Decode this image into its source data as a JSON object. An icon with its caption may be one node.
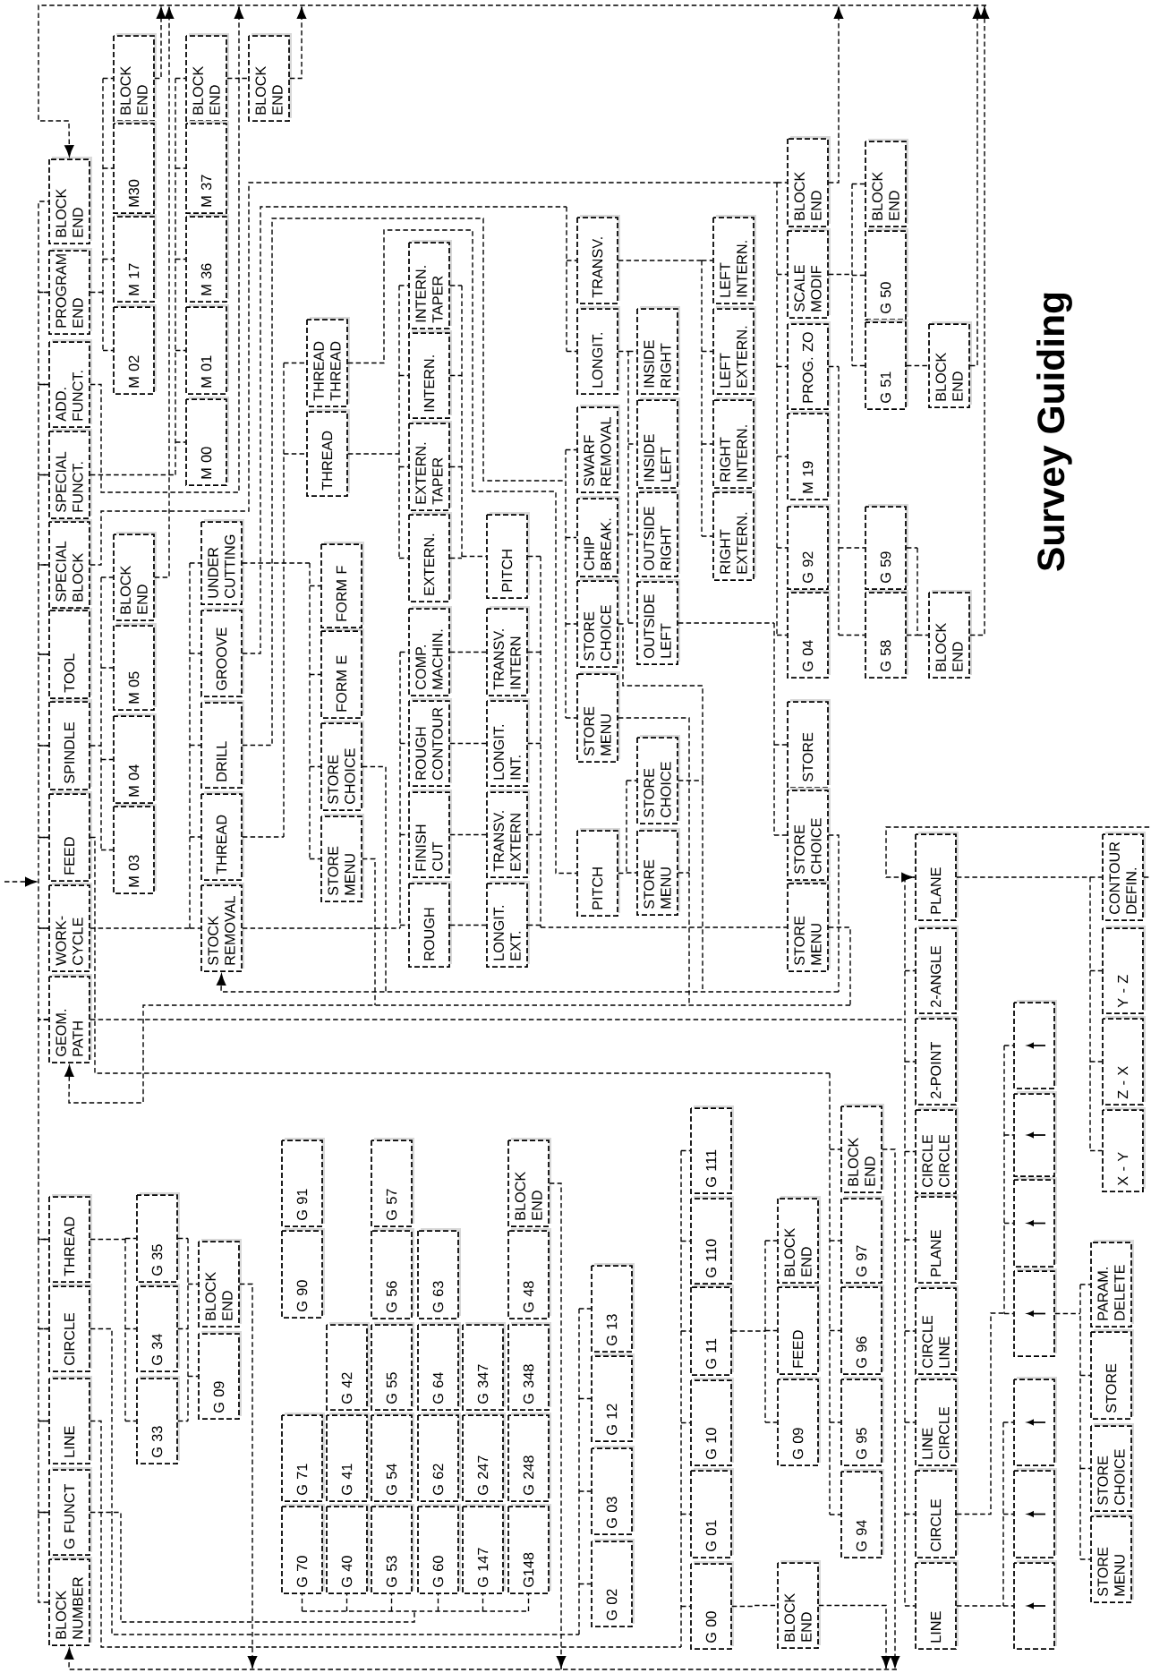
{
  "diagram": {
    "title": "Survey Guiding",
    "nodes": [
      {
        "text": [
          "BLOCK NUMBER"
        ]
      },
      {
        "text": [
          "G FUNCT"
        ]
      },
      {
        "text": [
          "LINE"
        ]
      },
      {
        "text": [
          "CIRCLE"
        ]
      },
      {
        "text": [
          "THREAD"
        ]
      },
      {
        "text": [
          "GEOM. PATH"
        ]
      },
      {
        "text": [
          "WORK-CYCLE"
        ]
      },
      {
        "text": [
          "FEED"
        ]
      },
      {
        "text": [
          "SPINDLE"
        ]
      },
      {
        "text": [
          "TOOL"
        ]
      },
      {
        "text": [
          "SPECIAL BLOCK"
        ]
      },
      {
        "text": [
          "SPECIAL FUNCT."
        ]
      },
      {
        "text": [
          "ADD. FUNCT."
        ]
      },
      {
        "text": [
          "PROGRAM END"
        ]
      },
      {
        "text": [
          "BLOCK END"
        ]
      },
      {
        "text": [
          "G 35"
        ]
      },
      {
        "text": [
          "G 34"
        ]
      },
      {
        "text": [
          "G 33"
        ]
      },
      {
        "text": [
          "BLOCK END"
        ]
      },
      {
        "text": [
          "G 09"
        ]
      },
      {
        "text": [
          "G 91"
        ]
      },
      {
        "text": [
          "G 90"
        ]
      },
      {
        "text": [
          "G 71"
        ]
      },
      {
        "text": [
          "G 70"
        ]
      },
      {
        "text": [
          "G 42"
        ]
      },
      {
        "text": [
          "G 41"
        ]
      },
      {
        "text": [
          "G 40"
        ]
      },
      {
        "text": [
          "G 57"
        ]
      },
      {
        "text": [
          "G 56"
        ]
      },
      {
        "text": [
          "G 55"
        ]
      },
      {
        "text": [
          "G 54"
        ]
      },
      {
        "text": [
          "G 53"
        ]
      },
      {
        "text": [
          "G 63"
        ]
      },
      {
        "text": [
          "G 64"
        ]
      },
      {
        "text": [
          "G 62"
        ]
      },
      {
        "text": [
          "G 60"
        ]
      },
      {
        "text": [
          "G 347"
        ]
      },
      {
        "text": [
          "G 247"
        ]
      },
      {
        "text": [
          "G 147"
        ]
      },
      {
        "text": [
          "BLOCK END"
        ]
      },
      {
        "text": [
          "G 48"
        ]
      },
      {
        "text": [
          "G 348"
        ]
      },
      {
        "text": [
          "G 248"
        ]
      },
      {
        "text": [
          "G148"
        ]
      },
      {
        "text": [
          "G 02"
        ]
      },
      {
        "text": [
          "G 03"
        ]
      },
      {
        "text": [
          "G 12"
        ]
      },
      {
        "text": [
          "G 13"
        ]
      },
      {
        "text": [
          "G 00"
        ]
      },
      {
        "text": [
          "G 01"
        ]
      },
      {
        "text": [
          "G 10"
        ]
      },
      {
        "text": [
          "G 11"
        ]
      },
      {
        "text": [
          "G 110"
        ]
      },
      {
        "text": [
          "G 111"
        ]
      },
      {
        "text": [
          "BLOCK END"
        ]
      },
      {
        "text": [
          "G 09"
        ]
      },
      {
        "text": [
          "FEED"
        ]
      },
      {
        "text": [
          "BLOCK END"
        ]
      },
      {
        "text": [
          "G 94"
        ]
      },
      {
        "text": [
          "G 95"
        ]
      },
      {
        "text": [
          "G 96"
        ]
      },
      {
        "text": [
          "G 97"
        ]
      },
      {
        "text": [
          "BLOCK END"
        ]
      },
      {
        "text": [
          "PLANE"
        ]
      },
      {
        "text": [
          "2-ANGLE"
        ]
      },
      {
        "text": [
          "2-POINT"
        ]
      },
      {
        "text": [
          "CIRCLE CIRCLE"
        ]
      },
      {
        "text": [
          "PLANE"
        ]
      },
      {
        "text": [
          "CIRCLE LINE"
        ]
      },
      {
        "text": [
          "LINE CIRCLE"
        ]
      },
      {
        "text": [
          "CIRCLE"
        ]
      },
      {
        "text": [
          "LINE"
        ]
      },
      {
        "text": [],
        "shape": "box"
      },
      {
        "text": [],
        "shape": "box"
      },
      {
        "text": [],
        "shape": "box"
      },
      {
        "text": [],
        "shape": "box"
      },
      {
        "text": [],
        "shape": "box"
      },
      {
        "text": [],
        "shape": "box"
      },
      {
        "text": [],
        "shape": "box"
      },
      {
        "text": [
          "CONTOUR DEFIN."
        ]
      },
      {
        "text": [
          "Y - Z"
        ]
      },
      {
        "text": [
          "Z - X"
        ]
      },
      {
        "text": [
          "X - Y"
        ]
      },
      {
        "text": [
          "PARAM. DELETE"
        ]
      },
      {
        "text": [
          "STORE"
        ]
      },
      {
        "text": [
          "STORE CHOICE"
        ]
      },
      {
        "text": [
          "STORE MENU"
        ]
      },
      {
        "text": [
          "BLOCK END"
        ]
      },
      {
        "text": [
          "M30"
        ]
      },
      {
        "text": [
          "M 17"
        ]
      },
      {
        "text": [
          "M 02"
        ]
      },
      {
        "text": [
          "BLOCK END"
        ]
      },
      {
        "text": [
          "M 37"
        ]
      },
      {
        "text": [
          "M 36"
        ]
      },
      {
        "text": [
          "M 01"
        ]
      },
      {
        "text": [
          "M 00"
        ]
      },
      {
        "text": [
          "BLOCK END"
        ]
      },
      {
        "text": [
          "BLOCK END"
        ]
      },
      {
        "text": [
          "M 05"
        ]
      },
      {
        "text": [
          "M 04"
        ]
      },
      {
        "text": [
          "M 03"
        ]
      },
      {
        "text": [
          "STOCK REMOVAL"
        ]
      },
      {
        "text": [
          "THREAD"
        ]
      },
      {
        "text": [
          "DRILL"
        ]
      },
      {
        "text": [
          "GROOVE"
        ]
      },
      {
        "text": [
          "UNDER CUTTING"
        ]
      },
      {
        "text": [
          "THREAD"
        ]
      },
      {
        "text": [
          "THREAD THREAD"
        ]
      },
      {
        "text": [
          "FORM F"
        ]
      },
      {
        "text": [
          "FORM E"
        ]
      },
      {
        "text": [
          "STORE CHOICE"
        ]
      },
      {
        "text": [
          "STORE MENU"
        ]
      },
      {
        "text": [
          "INTERN. TAPER"
        ]
      },
      {
        "text": [
          "INTERN."
        ]
      },
      {
        "text": [
          "EXTERN. TAPER"
        ]
      },
      {
        "text": [
          "EXTERN."
        ]
      },
      {
        "text": [
          "COMP. MACHIN."
        ]
      },
      {
        "text": [
          "ROUGH CONTOUR"
        ]
      },
      {
        "text": [
          "FINISH CUT"
        ]
      },
      {
        "text": [
          "ROUGH"
        ]
      },
      {
        "text": [
          "PITCH"
        ]
      },
      {
        "text": [
          "TRANSV. INTERN"
        ]
      },
      {
        "text": [
          "LONGIT. INT."
        ]
      },
      {
        "text": [
          "TRANSV. EXTERN"
        ]
      },
      {
        "text": [
          "LONGIT. EXT."
        ]
      },
      {
        "text": [
          "TRANSV."
        ]
      },
      {
        "text": [
          "LONGIT."
        ]
      },
      {
        "text": [
          "SWARF REMOVAL"
        ]
      },
      {
        "text": [
          "CHIP BREAK."
        ]
      },
      {
        "text": [
          "STORE CHOICE"
        ]
      },
      {
        "text": [
          "STORE MENU"
        ]
      },
      {
        "text": [
          "PITCH"
        ]
      },
      {
        "text": [
          "STORE CHOICE"
        ]
      },
      {
        "text": [
          "STORE MENU"
        ]
      },
      {
        "text": [
          "INSIDE RIGHT"
        ]
      },
      {
        "text": [
          "INSIDE LEFT"
        ]
      },
      {
        "text": [
          "OUTSIDE RIGHT"
        ]
      },
      {
        "text": [
          "OUTSIDE LEFT"
        ]
      },
      {
        "text": [
          "LEFT INTERN."
        ]
      },
      {
        "text": [
          "LEFT EXTERN."
        ]
      },
      {
        "text": [
          "RIGHT INTERN."
        ]
      },
      {
        "text": [
          "RIGHT EXTERN."
        ]
      },
      {
        "text": [
          "BLOCK END"
        ]
      },
      {
        "text": [
          "SCALE MODIF"
        ]
      },
      {
        "text": [
          "PROG. ZO"
        ]
      },
      {
        "text": [
          "M 19"
        ]
      },
      {
        "text": [
          "G 92"
        ]
      },
      {
        "text": [
          "G 04"
        ]
      },
      {
        "text": [
          "STORE"
        ]
      },
      {
        "text": [
          "STORE CHOICE"
        ]
      },
      {
        "text": [
          "STORE MENU"
        ]
      },
      {
        "text": [
          "BLOCK END"
        ]
      },
      {
        "text": [
          "G 50"
        ]
      },
      {
        "text": [
          "G 51"
        ]
      },
      {
        "text": [
          "G 59"
        ]
      },
      {
        "text": [
          "G 58"
        ]
      },
      {
        "text": [
          "BLOCK END"
        ]
      },
      {
        "text": [
          "BLOCK END"
        ]
      }
    ],
    "edges": [
      {
        "from": 0,
        "to": 1,
        "arrow": "none"
      },
      {
        "from": 1,
        "to": 2,
        "arrow": "none"
      },
      {
        "from": 2,
        "to": 3,
        "arrow": "none"
      },
      {
        "from": 3,
        "to": 4,
        "arrow": "none"
      },
      {
        "from": 4,
        "to": 5,
        "arrow": "none"
      },
      {
        "from": 5,
        "to": 6,
        "arrow": "none"
      },
      {
        "from": 6,
        "to": 7,
        "arrow": "none"
      },
      {
        "from": 7,
        "to": 8,
        "arrow": "none"
      },
      {
        "from": 8,
        "to": 9,
        "arrow": "none"
      },
      {
        "from": 9,
        "to": 10,
        "arrow": "none"
      },
      {
        "from": 10,
        "to": 11,
        "arrow": "none"
      },
      {
        "from": 11,
        "to": 12,
        "arrow": "none"
      },
      {
        "from": 12,
        "to": 13,
        "arrow": "none"
      },
      {
        "from": 13,
        "to": 14,
        "arrow": "none"
      },
      {
        "from": 4,
        "to": 15,
        "arrow": "none"
      },
      {
        "from": 4,
        "to": 16,
        "arrow": "none"
      },
      {
        "from": 4,
        "to": 17,
        "arrow": "none"
      },
      {
        "from": 15,
        "to": 18,
        "arrow": "none"
      },
      {
        "from": 15,
        "to": 19,
        "arrow": "none"
      },
      {
        "from": 16,
        "to": 18,
        "arrow": "none"
      },
      {
        "from": 16,
        "to": 19,
        "arrow": "none"
      },
      {
        "from": 17,
        "to": 18,
        "arrow": "none"
      },
      {
        "from": 17,
        "to": 19,
        "arrow": "none"
      },
      {
        "from": 18,
        "to": 0,
        "arrow": "to"
      },
      {
        "from": 1,
        "to": 23,
        "arrow": "none"
      },
      {
        "from": 1,
        "to": 26,
        "arrow": "none"
      },
      {
        "from": 1,
        "to": 31,
        "arrow": "none"
      },
      {
        "from": 1,
        "to": 35,
        "arrow": "none"
      },
      {
        "from": 1,
        "to": 38,
        "arrow": "none"
      },
      {
        "from": 1,
        "to": 43,
        "arrow": "none"
      },
      {
        "from": 39,
        "to": 0,
        "arrow": "to"
      },
      {
        "from": 2,
        "to": 48,
        "arrow": "none"
      },
      {
        "from": 2,
        "to": 49,
        "arrow": "none"
      },
      {
        "from": 2,
        "to": 50,
        "arrow": "none"
      },
      {
        "from": 2,
        "to": 51,
        "arrow": "none"
      },
      {
        "from": 2,
        "to": 52,
        "arrow": "none"
      },
      {
        "from": 2,
        "to": 53,
        "arrow": "none"
      },
      {
        "from": 3,
        "to": 44,
        "arrow": "none"
      },
      {
        "from": 3,
        "to": 45,
        "arrow": "none"
      },
      {
        "from": 3,
        "to": 46,
        "arrow": "none"
      },
      {
        "from": 3,
        "to": 47,
        "arrow": "none"
      },
      {
        "from": 48,
        "to": 54,
        "arrow": "none"
      },
      {
        "from": 54,
        "to": 0,
        "arrow": "to"
      },
      {
        "from": 51,
        "to": 55,
        "arrow": "none"
      },
      {
        "from": 51,
        "to": 56,
        "arrow": "none"
      },
      {
        "from": 51,
        "to": 57,
        "arrow": "none"
      },
      {
        "from": 7,
        "to": 58,
        "arrow": "none"
      },
      {
        "from": 7,
        "to": 59,
        "arrow": "none"
      },
      {
        "from": 7,
        "to": 60,
        "arrow": "none"
      },
      {
        "from": 7,
        "to": 61,
        "arrow": "none"
      },
      {
        "from": 7,
        "to": 62,
        "arrow": "none"
      },
      {
        "from": 62,
        "to": 0,
        "arrow": "to"
      },
      {
        "from": 5,
        "to": 63,
        "arrow": "none"
      },
      {
        "from": 5,
        "to": 64,
        "arrow": "none"
      },
      {
        "from": 5,
        "to": 65,
        "arrow": "none"
      },
      {
        "from": 5,
        "to": 66,
        "arrow": "none"
      },
      {
        "from": 5,
        "to": 67,
        "arrow": "none"
      },
      {
        "from": 5,
        "to": 68,
        "arrow": "none"
      },
      {
        "from": 5,
        "to": 69,
        "arrow": "none"
      },
      {
        "from": 5,
        "to": 70,
        "arrow": "none"
      },
      {
        "from": 5,
        "to": 71,
        "arrow": "none"
      },
      {
        "from": 63,
        "to": 79,
        "arrow": "none"
      },
      {
        "from": 63,
        "to": 80,
        "arrow": "none"
      },
      {
        "from": 63,
        "to": 81,
        "arrow": "none"
      },
      {
        "from": 63,
        "to": 82,
        "arrow": "none"
      },
      {
        "from": 79,
        "to": 63,
        "arrow": "to"
      },
      {
        "from": 71,
        "to": 76,
        "arrow": "none"
      },
      {
        "from": 71,
        "to": 77,
        "arrow": "none"
      },
      {
        "from": 71,
        "to": 78,
        "arrow": "none"
      },
      {
        "from": 70,
        "to": 72,
        "arrow": "none"
      },
      {
        "from": 70,
        "to": 73,
        "arrow": "none"
      },
      {
        "from": 70,
        "to": 74,
        "arrow": "none"
      },
      {
        "from": 70,
        "to": 75,
        "arrow": "none"
      },
      {
        "from": 75,
        "to": 83,
        "arrow": "none"
      },
      {
        "from": 75,
        "to": 84,
        "arrow": "none"
      },
      {
        "from": 75,
        "to": 85,
        "arrow": "none"
      },
      {
        "from": 75,
        "to": 86,
        "arrow": "none"
      },
      {
        "from": 8,
        "to": 97,
        "arrow": "none"
      },
      {
        "from": 8,
        "to": 98,
        "arrow": "none"
      },
      {
        "from": 8,
        "to": 99,
        "arrow": "none"
      },
      {
        "from": 8,
        "to": 100,
        "arrow": "none"
      },
      {
        "from": 97,
        "to": 14,
        "arrow": "to"
      },
      {
        "from": 13,
        "to": 87,
        "arrow": "none"
      },
      {
        "from": 13,
        "to": 88,
        "arrow": "none"
      },
      {
        "from": 13,
        "to": 89,
        "arrow": "none"
      },
      {
        "from": 13,
        "to": 90,
        "arrow": "none"
      },
      {
        "from": 87,
        "to": 14,
        "arrow": "to"
      },
      {
        "from": 11,
        "to": 91,
        "arrow": "none"
      },
      {
        "from": 11,
        "to": 92,
        "arrow": "none"
      },
      {
        "from": 11,
        "to": 93,
        "arrow": "none"
      },
      {
        "from": 11,
        "to": 94,
        "arrow": "none"
      },
      {
        "from": 11,
        "to": 95,
        "arrow": "none"
      },
      {
        "from": 91,
        "to": 14,
        "arrow": "to"
      },
      {
        "from": 12,
        "to": 96,
        "arrow": "none"
      },
      {
        "from": 96,
        "to": 14,
        "arrow": "to"
      },
      {
        "from": 10,
        "to": 142,
        "arrow": "none"
      },
      {
        "from": 10,
        "to": 143,
        "arrow": "none"
      },
      {
        "from": 10,
        "to": 144,
        "arrow": "none"
      },
      {
        "from": 10,
        "to": 145,
        "arrow": "none"
      },
      {
        "from": 10,
        "to": 146,
        "arrow": "none"
      },
      {
        "from": 10,
        "to": 147,
        "arrow": "none"
      },
      {
        "from": 142,
        "to": 14,
        "arrow": "to"
      },
      {
        "from": 143,
        "to": 151,
        "arrow": "none"
      },
      {
        "from": 143,
        "to": 152,
        "arrow": "none"
      },
      {
        "from": 143,
        "to": 153,
        "arrow": "none"
      },
      {
        "from": 153,
        "to": 156,
        "arrow": "none"
      },
      {
        "from": 156,
        "to": 14,
        "arrow": "to"
      },
      {
        "from": 144,
        "to": 154,
        "arrow": "none"
      },
      {
        "from": 144,
        "to": 155,
        "arrow": "none"
      },
      {
        "from": 154,
        "to": 157,
        "arrow": "none"
      },
      {
        "from": 155,
        "to": 157,
        "arrow": "none"
      },
      {
        "from": 157,
        "to": 14,
        "arrow": "to"
      },
      {
        "from": 6,
        "to": 101,
        "arrow": "none"
      },
      {
        "from": 6,
        "to": 102,
        "arrow": "none"
      },
      {
        "from": 6,
        "to": 103,
        "arrow": "none"
      },
      {
        "from": 6,
        "to": 104,
        "arrow": "none"
      },
      {
        "from": 6,
        "to": 105,
        "arrow": "none"
      },
      {
        "from": 102,
        "to": 106,
        "arrow": "none"
      },
      {
        "from": 102,
        "to": 107,
        "arrow": "none"
      },
      {
        "from": 106,
        "to": 112,
        "arrow": "none"
      },
      {
        "from": 106,
        "to": 113,
        "arrow": "none"
      },
      {
        "from": 106,
        "to": 114,
        "arrow": "none"
      },
      {
        "from": 106,
        "to": 115,
        "arrow": "none"
      },
      {
        "from": 107,
        "to": 131,
        "arrow": "none"
      },
      {
        "from": 112,
        "to": 120,
        "arrow": "none"
      },
      {
        "from": 113,
        "to": 120,
        "arrow": "none"
      },
      {
        "from": 114,
        "to": 120,
        "arrow": "none"
      },
      {
        "from": 115,
        "to": 120,
        "arrow": "none"
      },
      {
        "from": 120,
        "to": 150,
        "arrow": "none"
      },
      {
        "from": 116,
        "to": 121,
        "arrow": "none"
      },
      {
        "from": 117,
        "to": 122,
        "arrow": "none"
      },
      {
        "from": 118,
        "to": 123,
        "arrow": "none"
      },
      {
        "from": 119,
        "to": 124,
        "arrow": "none"
      },
      {
        "from": 121,
        "to": 150,
        "arrow": "none"
      },
      {
        "from": 122,
        "to": 150,
        "arrow": "none"
      },
      {
        "from": 123,
        "to": 150,
        "arrow": "none"
      },
      {
        "from": 124,
        "to": 150,
        "arrow": "none"
      },
      {
        "from": 101,
        "to": 116,
        "arrow": "none"
      },
      {
        "from": 101,
        "to": 117,
        "arrow": "none"
      },
      {
        "from": 101,
        "to": 118,
        "arrow": "none"
      },
      {
        "from": 101,
        "to": 119,
        "arrow": "none"
      },
      {
        "from": 105,
        "to": 108,
        "arrow": "none"
      },
      {
        "from": 105,
        "to": 109,
        "arrow": "none"
      },
      {
        "from": 105,
        "to": 110,
        "arrow": "none"
      },
      {
        "from": 105,
        "to": 111,
        "arrow": "none"
      },
      {
        "from": 110,
        "to": 101,
        "arrow": "to"
      },
      {
        "from": 111,
        "to": 5,
        "arrow": "to"
      },
      {
        "from": 104,
        "to": 125,
        "arrow": "none"
      },
      {
        "from": 104,
        "to": 126,
        "arrow": "none"
      },
      {
        "from": 103,
        "to": 127,
        "arrow": "none"
      },
      {
        "from": 103,
        "to": 128,
        "arrow": "none"
      },
      {
        "from": 103,
        "to": 129,
        "arrow": "none"
      },
      {
        "from": 103,
        "to": 130,
        "arrow": "none"
      },
      {
        "from": 126,
        "to": 134,
        "arrow": "none"
      },
      {
        "from": 126,
        "to": 135,
        "arrow": "none"
      },
      {
        "from": 126,
        "to": 136,
        "arrow": "none"
      },
      {
        "from": 126,
        "to": 137,
        "arrow": "none"
      },
      {
        "from": 125,
        "to": 138,
        "arrow": "none"
      },
      {
        "from": 125,
        "to": 139,
        "arrow": "none"
      },
      {
        "from": 125,
        "to": 140,
        "arrow": "none"
      },
      {
        "from": 125,
        "to": 141,
        "arrow": "none"
      },
      {
        "from": 137,
        "to": 148,
        "arrow": "none"
      },
      {
        "from": 137,
        "to": 149,
        "arrow": "none"
      },
      {
        "from": 129,
        "to": 101,
        "arrow": "to"
      },
      {
        "from": 130,
        "to": 5,
        "arrow": "to"
      },
      {
        "from": 131,
        "to": 132,
        "arrow": "none"
      },
      {
        "from": 131,
        "to": 133,
        "arrow": "none"
      },
      {
        "from": 132,
        "to": 101,
        "arrow": "to"
      },
      {
        "from": 133,
        "to": 5,
        "arrow": "to"
      },
      {
        "from": 149,
        "to": 101,
        "arrow": "to"
      },
      {
        "from": 150,
        "to": 5,
        "arrow": "to"
      }
    ]
  }
}
